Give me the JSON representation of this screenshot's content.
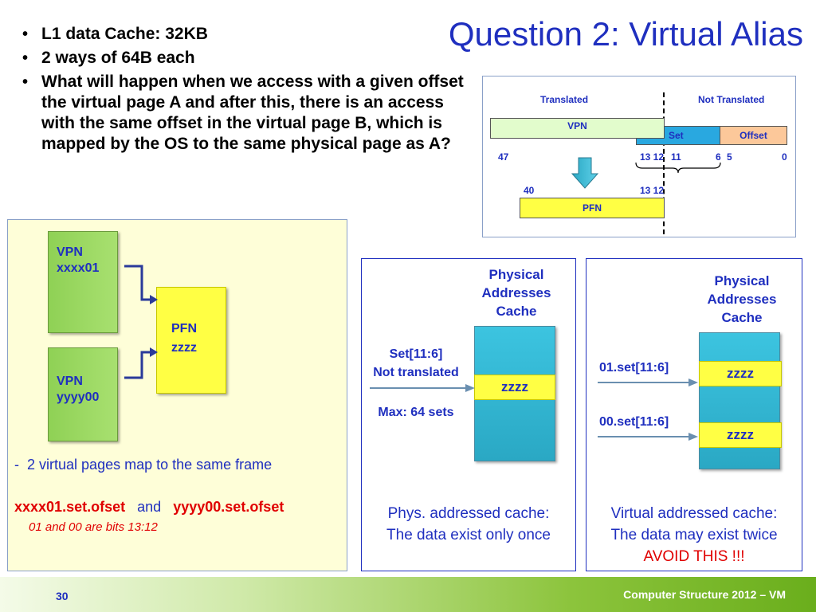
{
  "title": "Question 2: Virtual Alias",
  "bullets": [
    "L1 data Cache: 32KB",
    "2 ways of 64B each",
    "What will happen when we access with a given offset the virtual page A and after this, there is an access with the same offset in the virtual page B, which is mapped by the OS to the same physical page as A?"
  ],
  "address_diagram": {
    "translated": "Translated",
    "not_translated": "Not Translated",
    "vpn": "VPN",
    "set": "Set",
    "offset": "Offset",
    "pfn": "PFN",
    "bits_47": "47",
    "bits_13_12_a": "13 12",
    "bits_11": "11",
    "bits_6": "6",
    "bits_5": "5",
    "bits_0": "0",
    "bits_40": "40",
    "bits_13_12_b": "13 12"
  },
  "left_panel": {
    "vpn1_line1": "VPN",
    "vpn1_line2": "xxxx01",
    "vpn2_line1": "VPN",
    "vpn2_line2": "yyyy00",
    "pfn_line1": "PFN",
    "pfn_line2": "zzzz",
    "note_dash": "-",
    "note": "2 virtual pages map to the same frame",
    "addr1": "xxxx01.set.ofset",
    "and_word": "and",
    "addr2": "yyyy00.set.ofset",
    "bits_note": "01 and 00 are bits 13:12"
  },
  "phys_panel": {
    "title": "Physical Addresses Cache",
    "set_label": "Set[11:6]",
    "not_translated": "Not translated",
    "max_sets": "Max: 64 sets",
    "line": "zzzz",
    "caption1": "Phys. addressed cache:",
    "caption2": "The data exist only once"
  },
  "virt_panel": {
    "title": "Physical Addresses Cache",
    "set1": "01.set[11:6]",
    "set2": "00.set[11:6]",
    "line1": "zzzz",
    "line2": "zzzz",
    "caption1": "Virtual addressed cache:",
    "caption2": "The data may exist twice",
    "caption3": "AVOID THIS !!!"
  },
  "footer": {
    "page": "30",
    "course": "Computer Structure 2012 – VM"
  },
  "colors": {
    "title_blue": "#1f2fbf",
    "warning_red": "#e00000",
    "vpn_green": "#8fd155",
    "pfn_yellow": "#ffff44",
    "set_blue": "#29a8e0",
    "offset_orange": "#fcc89a",
    "cache_cyan": "#3cc4e0"
  }
}
